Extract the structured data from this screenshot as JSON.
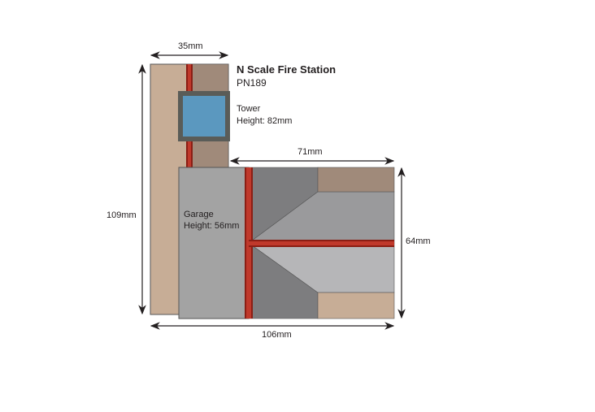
{
  "title": "N Scale Fire Station",
  "product_code": "PN189",
  "tower": {
    "label": "Tower",
    "height": "Height: 82mm"
  },
  "garage": {
    "label": "Garage",
    "height": "Height: 56mm"
  },
  "dimensions": {
    "tower_width": "35mm",
    "garage_width": "71mm",
    "total_depth": "109mm",
    "garage_depth": "64mm",
    "total_width": "106mm"
  },
  "colors": {
    "tower_wall": "#c7ad96",
    "tower_roof": "#a08a7a",
    "window_frame": "#5a5c58",
    "window_glass": "#5b98bf",
    "garage_roof": "#a3a3a3",
    "garage_dark": "#7d7d7f",
    "garage_mid": "#9a9a9c",
    "garage_light": "#b6b6b8",
    "ridge": "#c0392b",
    "ridge_dark": "#8b1e14"
  }
}
